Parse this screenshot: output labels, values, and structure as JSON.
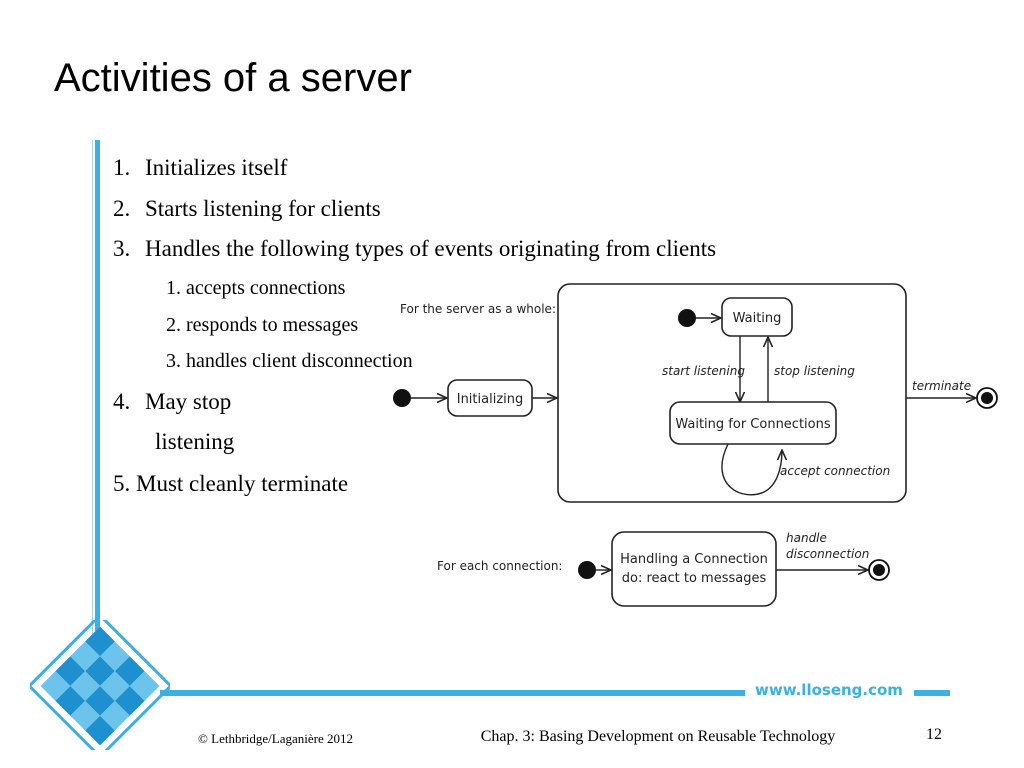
{
  "slide": {
    "title": "Activities of a server",
    "items": [
      {
        "num": "1.",
        "text": "Initializes itself"
      },
      {
        "num": "2.",
        "text": "Starts listening for clients"
      },
      {
        "num": "3.",
        "text": "Handles the following types of events originating from clients"
      }
    ],
    "subitems": [
      "1. accepts connections",
      "2. responds to messages",
      "3. handles client disconnection"
    ],
    "item4_num": "4.",
    "item4_line1": "May stop",
    "item4_line2": "listening",
    "item5": "5. Must cleanly terminate"
  },
  "diagram": {
    "whole_label": "For the server as a whole:",
    "each_label": "For each connection:",
    "states": {
      "initializing": "Initializing",
      "waiting": "Waiting",
      "waiting_connections": "Waiting for Connections",
      "handling_line1": "Handling a Connection",
      "handling_line2": "do:  react to messages"
    },
    "transitions": {
      "start_listening": "start listening",
      "stop_listening": "stop listening",
      "terminate": "terminate",
      "accept_connection": "accept connection",
      "handle_line1": "handle",
      "handle_line2": "disconnection"
    }
  },
  "footer": {
    "url": "www.lloseng.com",
    "copyright": "© Lethbridge/Laganière 2012",
    "chapter": "Chap. 3: Basing Development on Reusable Technology",
    "page": "12"
  },
  "colors": {
    "accent": "#3ab0e3",
    "logo_dark": "#1e8fcf",
    "logo_light": "#bfe6f8"
  }
}
